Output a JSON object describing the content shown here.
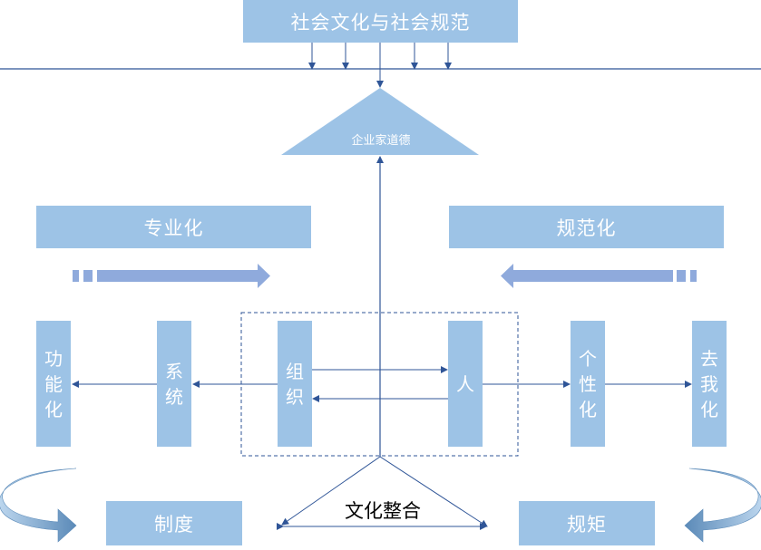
{
  "diagram": {
    "top": "社会文化与社会规范",
    "apex": "企业家道德",
    "left_header": "专业化",
    "right_header": "规范化",
    "columns": [
      {
        "label": "功能化",
        "chars": [
          "功",
          "能",
          "化"
        ]
      },
      {
        "label": "系统",
        "chars": [
          "系",
          "统"
        ]
      },
      {
        "label": "组织",
        "chars": [
          "组",
          "织"
        ]
      },
      {
        "label": "人",
        "chars": [
          "人"
        ]
      },
      {
        "label": "个性化",
        "chars": [
          "个",
          "性",
          "化"
        ]
      },
      {
        "label": "去我化",
        "chars": [
          "去",
          "我",
          "化"
        ]
      }
    ],
    "center_label": "文化整合",
    "bottom_left": "制度",
    "bottom_right": "规矩"
  },
  "colors": {
    "box_fill": "#9dc3e6",
    "line": "#2f5597",
    "arrow_band": "#8faadc",
    "curve_arrow": "#7fa7c9"
  }
}
